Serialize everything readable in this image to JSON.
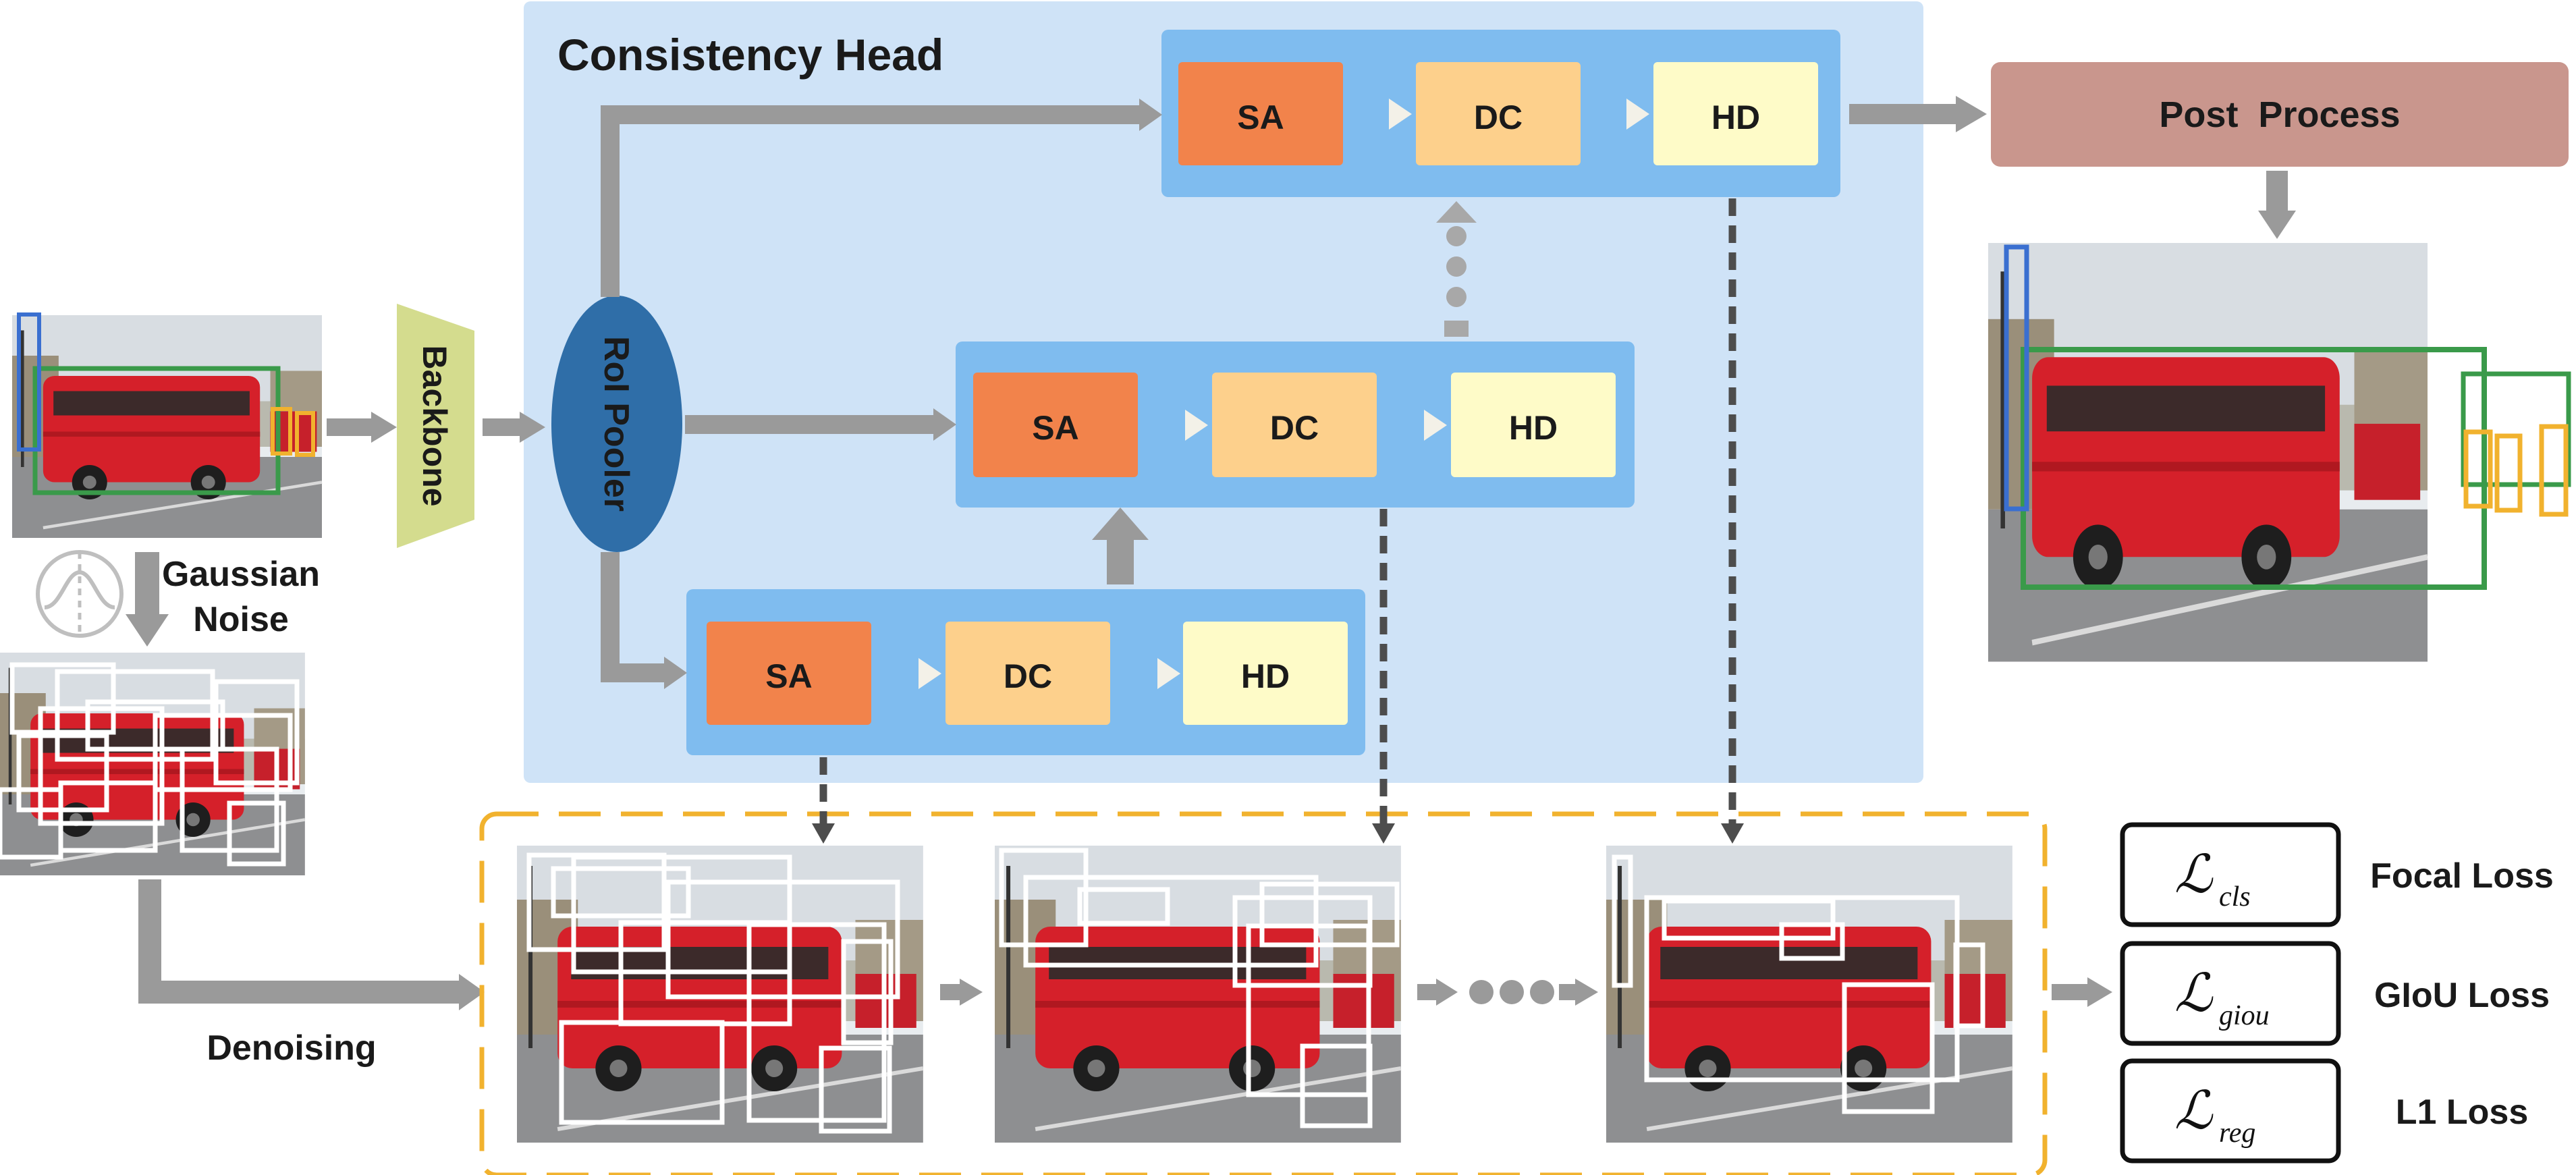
{
  "head": {
    "title": "Consistency Head"
  },
  "stages": [
    {
      "sa": "SA",
      "dc": "DC",
      "hd": "HD"
    },
    {
      "sa": "SA",
      "dc": "DC",
      "hd": "HD"
    },
    {
      "sa": "SA",
      "dc": "DC",
      "hd": "HD"
    }
  ],
  "backbone": "Backbone",
  "roi_pooler": "RoI Pooler",
  "post_process": "Post  Process",
  "gaussian_noise": [
    "Gaussian",
    "Noise"
  ],
  "denoising": "Denoising",
  "losses": [
    {
      "symbol": "ℒ",
      "subscript": "cls",
      "name": "Focal Loss"
    },
    {
      "symbol": "ℒ",
      "subscript": "giou",
      "name": "GIoU Loss"
    },
    {
      "symbol": "ℒ",
      "subscript": "reg",
      "name": "L1 Loss"
    }
  ],
  "colors": {
    "head_bg": "#cfe3f7",
    "stage_bg": "#7fbcef",
    "sa": "#f2834b",
    "dc": "#fdd08c",
    "hd": "#fefbc8",
    "arrow": "#9a9a9a",
    "post_process": "#c9968d",
    "backbone": "#d4dc8e",
    "roi_pooler": "#2f6ea8",
    "dashed_frame": "#f1b22e",
    "dashed_arrow": "#4d4d4d"
  },
  "icons": [
    "bus-photo",
    "noise-icon",
    "ellipsis-dots"
  ]
}
